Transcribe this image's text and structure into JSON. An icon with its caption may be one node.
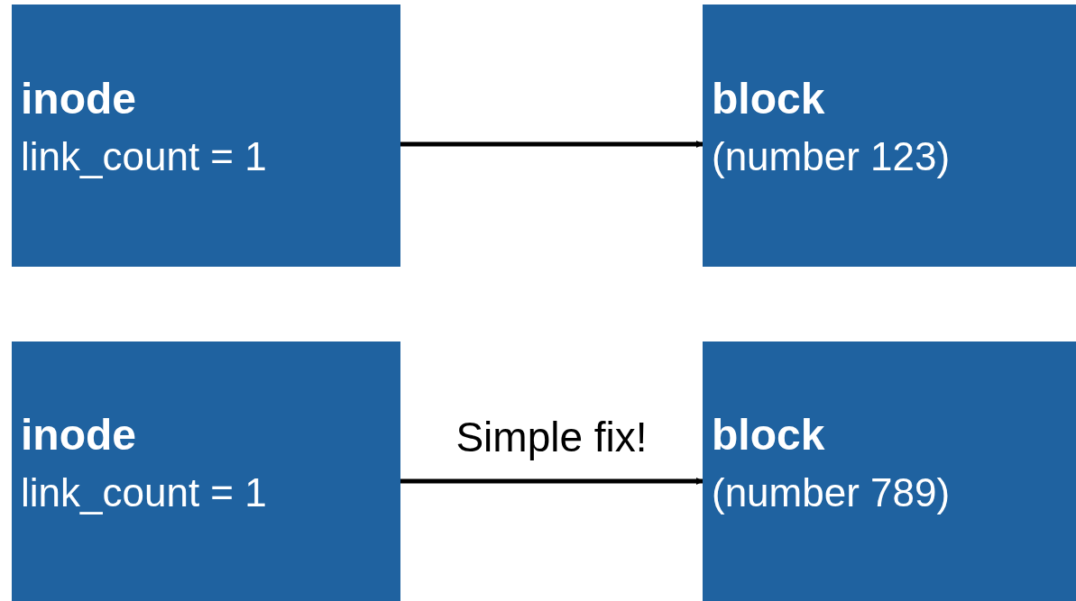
{
  "diagram": {
    "nodes": [
      {
        "text": [
          "inode",
          "link_count = 1"
        ]
      },
      {
        "text": [
          "block",
          "(number 123)"
        ]
      },
      {
        "text": [
          "inode",
          "link_count = 1"
        ]
      },
      {
        "text": [
          "block",
          "(number 789)"
        ]
      }
    ],
    "edges": [
      {
        "from": 0,
        "to": 1,
        "arrow": "to"
      },
      {
        "from": 2,
        "to": 3,
        "arrow": "to",
        "label": "Simple fix!"
      }
    ]
  }
}
